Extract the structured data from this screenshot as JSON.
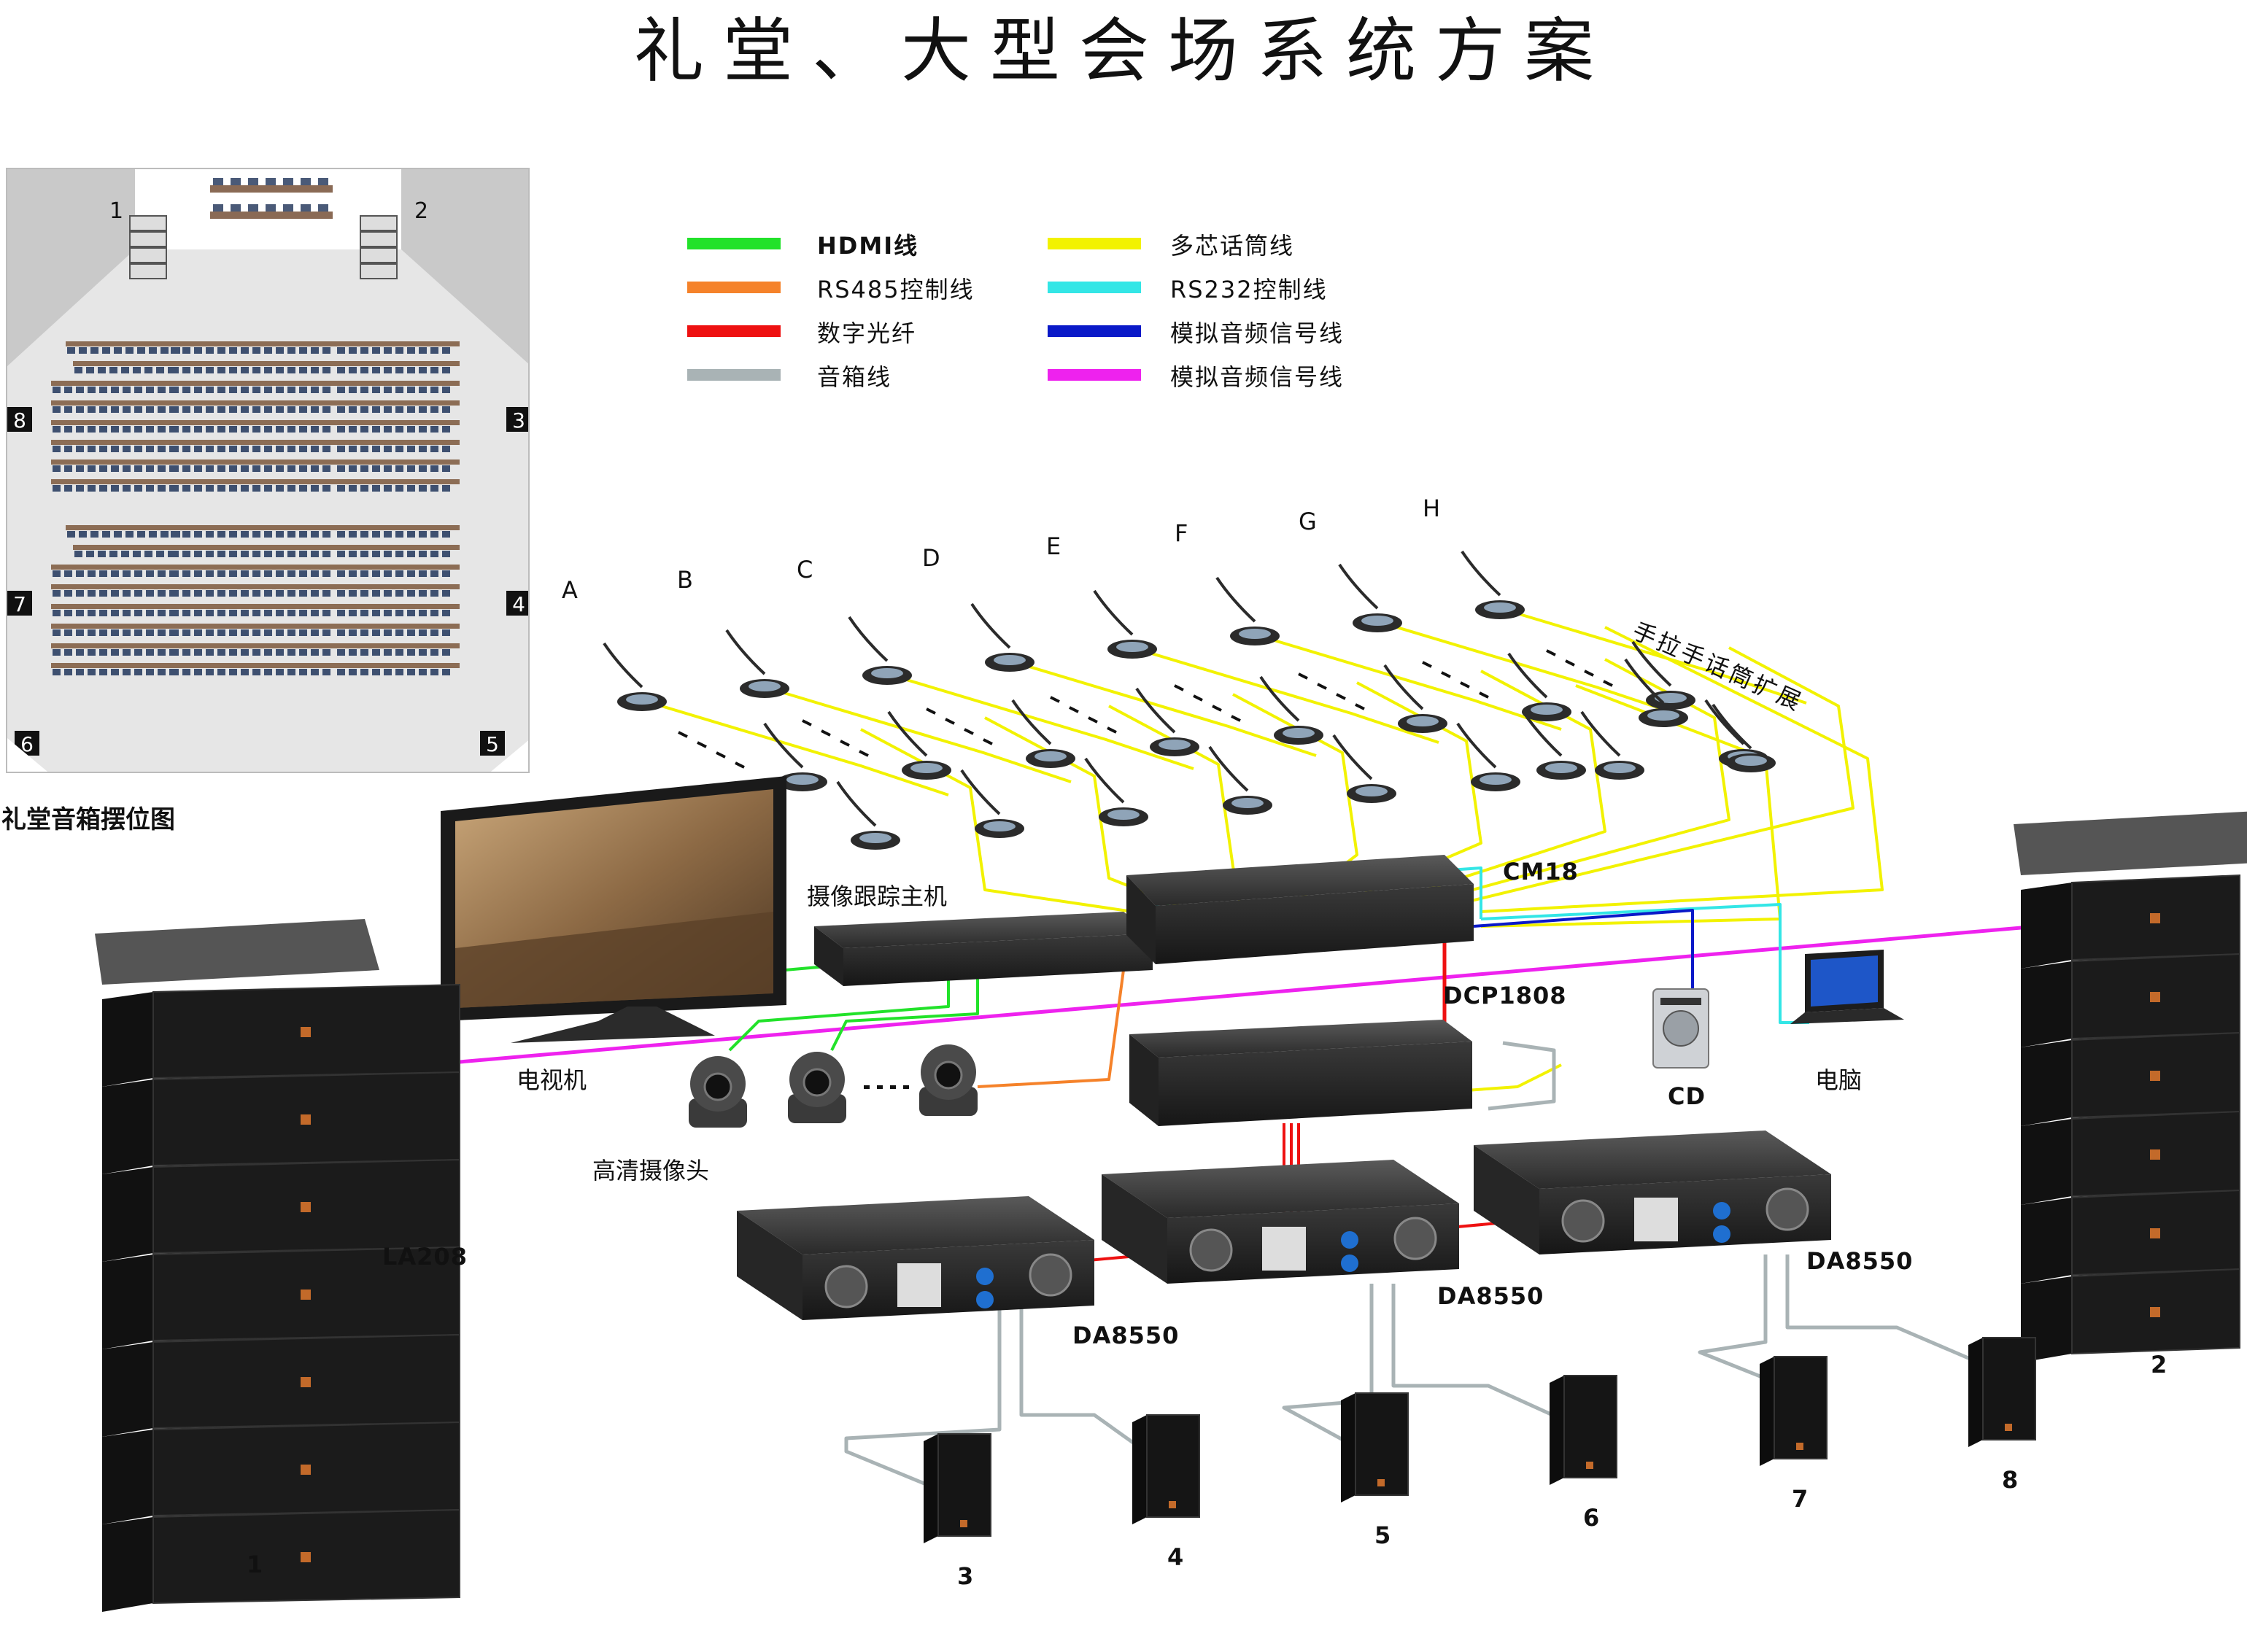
{
  "title": "礼堂、大型会场系统方案",
  "floorplan": {
    "caption": "礼堂音箱摆位图",
    "speaker_numbers": [
      "1",
      "2",
      "3",
      "4",
      "5",
      "6",
      "7",
      "8"
    ]
  },
  "legend": [
    {
      "label": "HDMI线",
      "color": "#22e22a"
    },
    {
      "label": "RS485控制线",
      "color": "#f5822a"
    },
    {
      "label": "数字光纤",
      "color": "#ee1111"
    },
    {
      "label": "音箱线",
      "color": "#a9b3b5"
    },
    {
      "label": "多芯话筒线",
      "color": "#f2f200"
    },
    {
      "label": "RS232控制线",
      "color": "#33e6e6"
    },
    {
      "label": "模拟音频信号线",
      "color": "#0a19c8"
    },
    {
      "label": "模拟音频信号线",
      "color": "#ee22ee"
    }
  ],
  "mic_labels": [
    "A",
    "B",
    "C",
    "D",
    "E",
    "F",
    "G",
    "H"
  ],
  "devices": {
    "mic_extension": "手拉手话筒扩展",
    "cm18": "CM18",
    "tracking_host": "摄像跟踪主机",
    "dcp1808": "DCP1808",
    "tv": "电视机",
    "cameras": "高清摄像头",
    "cd": "CD",
    "computer": "电脑",
    "la208": "LA208",
    "amp_1": "DA8550",
    "amp_2": "DA8550",
    "amp_3": "DA8550"
  },
  "speaker_numbers": {
    "main_left": "1",
    "main_right": "2",
    "s3": "3",
    "s4": "4",
    "s5": "5",
    "s6": "6",
    "s7": "7",
    "s8": "8"
  }
}
